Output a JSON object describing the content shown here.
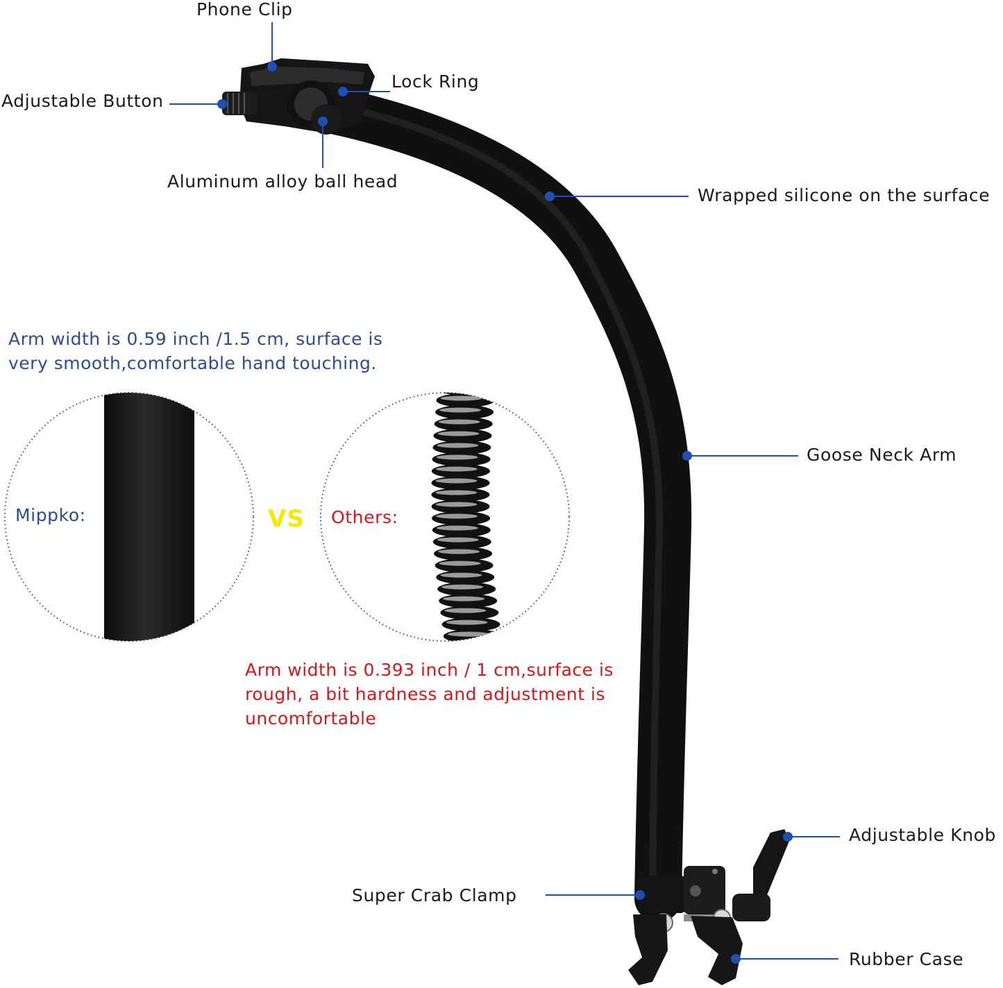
{
  "labels": {
    "phone_clip": "Phone Clip",
    "lock_ring": "Lock Ring",
    "adjustable_button": "Adjustable Button",
    "ball_head": "Aluminum alloy ball head",
    "silicone_surface": "Wrapped silicone on the surface",
    "goose_neck_arm": "Goose Neck Arm",
    "adjustable_knob": "Adjustable Knob",
    "super_crab_clamp": "Super Crab Clamp",
    "rubber_case": "Rubber Case"
  },
  "comparison": {
    "mippko_note": "Arm width is 0.59 inch /1.5 cm, surface is very smooth,comfortable hand touching.",
    "mippko_label": "Mippko:",
    "vs_label": "VS",
    "others_label": "Others:",
    "others_note": "Arm width is 0.393 inch / 1 cm,surface is rough, a bit hardness and adjustment is uncomfortable"
  },
  "colors": {
    "pointer": "#1f4fb5",
    "blue_text": "#2b4c93",
    "red_text": "#d51717",
    "vs": "#f3ea00",
    "arm": "#1b1b1b"
  }
}
